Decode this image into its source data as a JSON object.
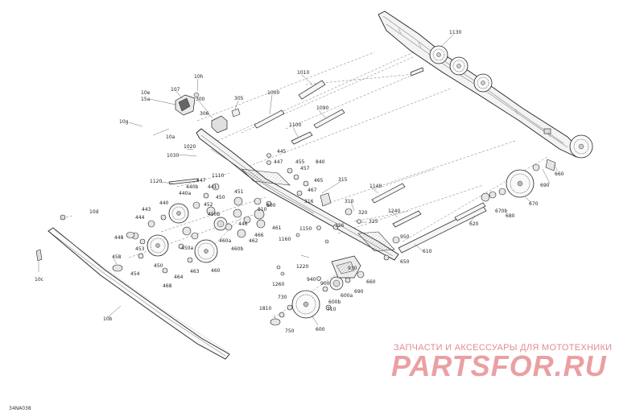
{
  "figure_ref": "34NA038",
  "watermark": {
    "line1": "ЗАПЧАСТИ И АКСЕССУАРЫ ДЛЯ МОТОТЕХНИКИ",
    "line2": "PARTSFOR.RU"
  },
  "callouts": {
    "c1130": "1130",
    "c1010": "1010",
    "c1000": "1000",
    "c10h": "10h",
    "c107": "107",
    "c10e": "10e",
    "c15a": "15a",
    "c300": "300",
    "c305": "305",
    "c306": "306",
    "c10g": "10g",
    "c10a": "10a",
    "c1090": "1090",
    "c1100": "1100",
    "c1020": "1020",
    "c1030": "1030",
    "c445": "445",
    "c447a": "447",
    "c840": "840",
    "c455": "455",
    "c457": "457",
    "c465": "465",
    "c467": "467",
    "c315": "315",
    "c316": "316",
    "c310": "310",
    "c1120": "1120",
    "c447b": "447",
    "c1110": "1110",
    "c440b": "440b",
    "c441": "441",
    "c440a": "440a",
    "c440": "440",
    "c451": "451",
    "c450": "450",
    "c452": "452",
    "c800": "800",
    "c443": "443",
    "c810": "810",
    "c444": "444",
    "c450b": "450b",
    "c446": "446",
    "c461": "461",
    "c448": "448",
    "c453": "453",
    "c454": "454",
    "c458": "458",
    "c450a": "450a",
    "c463": "463",
    "c464": "464",
    "c468": "468",
    "c460": "460",
    "c460b": "460b",
    "c462": "462",
    "c466": "466",
    "c460a": "460a",
    "c1140": "1140",
    "c320": "320",
    "c325": "325",
    "c1240": "1240",
    "c126": "126",
    "c1160": "1160",
    "c1150": "1150",
    "c950": "950",
    "c610": "610",
    "c620": "620",
    "c690a": "690",
    "c660a": "660",
    "c670": "670",
    "c670b": "670b",
    "c680": "680",
    "c650": "650",
    "c1220": "1220",
    "c1260": "1260",
    "c940": "940",
    "c930": "930",
    "c900": "900",
    "c660b": "660",
    "c690b": "690",
    "c600a": "600a",
    "c600b": "600b",
    "c710": "710",
    "c730": "730",
    "c1810": "1810",
    "c750": "750",
    "c600": "600",
    "c10d": "10d",
    "c10c": "10c",
    "c10b": "10b"
  }
}
